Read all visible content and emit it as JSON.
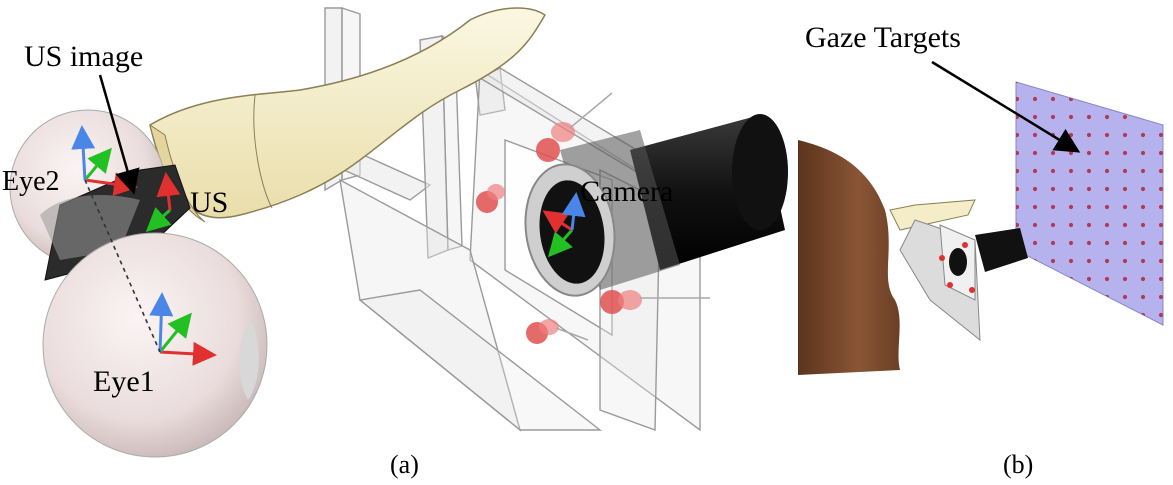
{
  "figure": {
    "labels": {
      "us_image": "US image",
      "eye2": "Eye2",
      "us": "US",
      "camera": "Camera",
      "eye1": "Eye1",
      "gaze_targets": "Gaze Targets"
    },
    "captions": {
      "a": "(a)",
      "b": "(b)"
    }
  },
  "colors": {
    "axis_x": "#e03030",
    "axis_y": "#22c022",
    "axis_z": "#4a86e8",
    "eye_fill": "#efe2e2",
    "probe_fill": "#f4edc8",
    "frame_fill": "#e6e6e6",
    "camera_body": "#1a1a1a",
    "led_red": "#e05050",
    "target_panel": "#b6b2ee",
    "target_dot": "#b23a55",
    "skin": "#7a4a2e"
  }
}
